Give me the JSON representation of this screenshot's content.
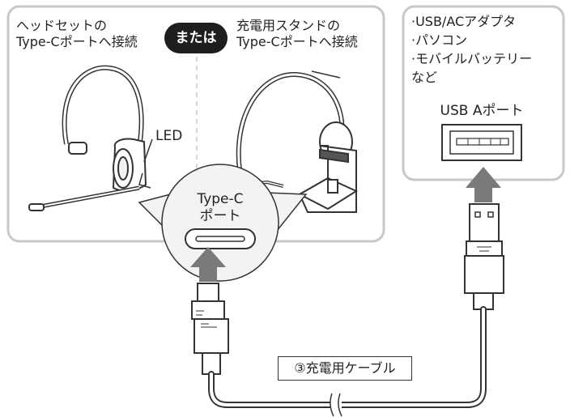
{
  "left_panel": {
    "headset_caption_line1": "ヘッドセットの",
    "headset_caption_line2": "Type-Cポートへ接続",
    "or_badge": "または",
    "stand_caption_line1": "充電用スタンドの",
    "stand_caption_line2": "Type-Cポートへ接続",
    "led_label": "LED"
  },
  "typec_port": {
    "label_line1": "Type-C",
    "label_line2": "ポート"
  },
  "right_panel": {
    "items": [
      "·USB/ACアダプタ",
      "·パソコン",
      "·モバイルバッテリー",
      "など"
    ],
    "usb_port_label": "USB Aポート"
  },
  "cable": {
    "label": "③充電用ケーブル"
  },
  "colors": {
    "panel_border": "#c8c8c8",
    "arrow": "#7a7a7a",
    "line": "#333333",
    "badge": "#1e1e1e"
  }
}
